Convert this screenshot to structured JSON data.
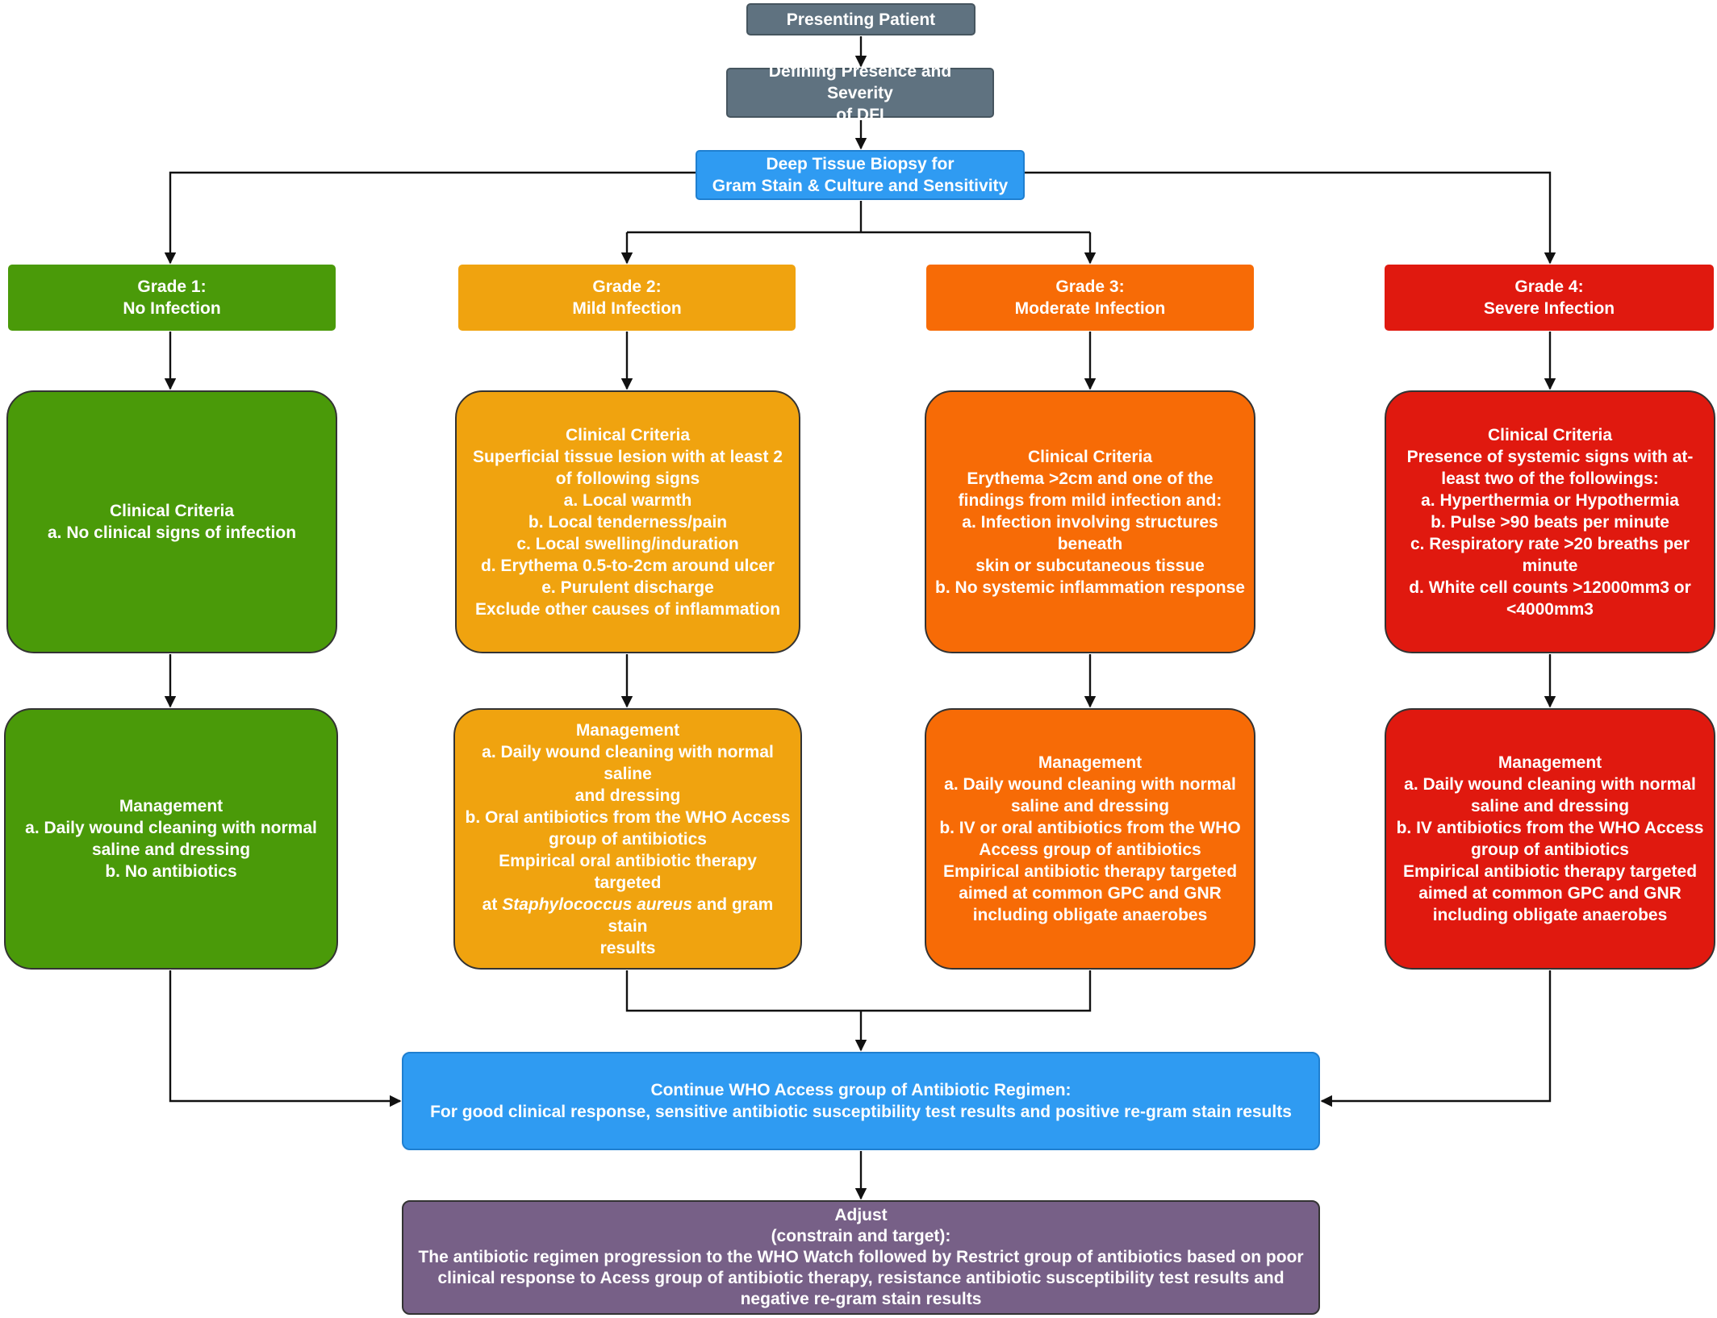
{
  "colors": {
    "gray": "#5f7280",
    "blue": "#2f9bf2",
    "green": "#4a9a09",
    "amber": "#f0a30f",
    "orange": "#f76b06",
    "red": "#e0190f",
    "purple": "#776087",
    "line": "#111111"
  },
  "flow": {
    "presenting": "Presenting Patient",
    "defining": [
      "Defining Presence and Severity",
      "of DFI"
    ],
    "biopsy": [
      "Deep Tissue Biopsy for",
      "Gram Stain & Culture and Sensitivity"
    ]
  },
  "grades": [
    {
      "title": [
        "Grade 1:",
        "No Infection"
      ],
      "criteria_title": "Clinical Criteria",
      "criteria": [
        "a. No clinical signs of infection"
      ],
      "management_title": "Management",
      "management": [
        "a. Daily wound cleaning with normal",
        "saline and dressing",
        "b. No antibiotics"
      ]
    },
    {
      "title": [
        "Grade 2:",
        "Mild Infection"
      ],
      "criteria_title": "Clinical Criteria",
      "criteria": [
        "Superficial tissue lesion with at least 2",
        "of following signs",
        "a. Local warmth",
        "b. Local tenderness/pain",
        "c. Local swelling/induration",
        "d. Erythema 0.5-to-2cm around ulcer",
        "e. Purulent discharge",
        "Exclude other causes of inflammation"
      ],
      "management_title": "Management",
      "management": [
        "a. Daily wound cleaning with normal saline",
        "and dressing",
        "b. Oral antibiotics from the WHO Access",
        "group of antibiotics",
        "Empirical oral antibiotic therapy targeted"
      ],
      "management_at": "at",
      "management_organism": "Staphylococcus aureus",
      "management_tail": "and gram stain",
      "management_end": "results"
    },
    {
      "title": [
        "Grade 3:",
        "Moderate Infection"
      ],
      "criteria_title": "Clinical Criteria",
      "criteria": [
        "Erythema >2cm and one of the",
        "findings from mild infection and:",
        "a. Infection involving structures beneath",
        "skin or subcutaneous tissue",
        "b. No systemic inflammation response"
      ],
      "management_title": "Management",
      "management": [
        "a. Daily wound cleaning with normal",
        "saline and dressing",
        "b. IV or oral antibiotics from the WHO",
        "Access group of antibiotics",
        "Empirical antibiotic therapy targeted",
        "aimed at common GPC and GNR",
        "including obligate anaerobes"
      ]
    },
    {
      "title": [
        "Grade 4:",
        "Severe Infection"
      ],
      "criteria_title": "Clinical Criteria",
      "criteria": [
        "Presence of systemic signs with at-",
        "least two of the followings:",
        "a. Hyperthermia or Hypothermia",
        "b. Pulse >90 beats per minute",
        "c. Respiratory rate >20 breaths per",
        "minute",
        "d. White cell counts >12000mm3 or",
        "<4000mm3"
      ],
      "management_title": "Management",
      "management": [
        "a. Daily wound cleaning with normal",
        "saline and dressing",
        "b. IV antibiotics from the WHO Access",
        "group of antibiotics",
        "Empirical antibiotic therapy targeted",
        "aimed at common GPC and GNR",
        "including obligate anaerobes"
      ]
    }
  ],
  "continue": {
    "title": "Continue WHO Access group of Antibiotic Regimen:",
    "text": "For good clinical response, sensitive antibiotic susceptibility test results and positive re-gram stain results"
  },
  "adjust": {
    "title": [
      "Adjust",
      "(constrain and target):"
    ],
    "text": [
      "The antibiotic regimen progression to the WHO Watch followed by Restrict group of antibiotics based on poor",
      "clinical response to Acess group of antibiotic therapy, resistance antibiotic susceptibility test results and",
      "negative re-gram stain results"
    ]
  }
}
